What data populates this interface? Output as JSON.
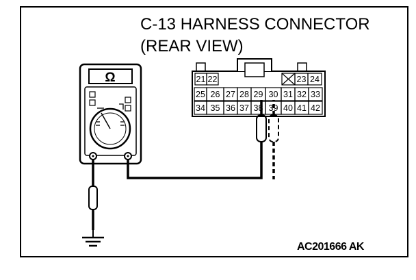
{
  "title": {
    "line1": "C-13 HARNESS CONNECTOR",
    "line2": "(REAR VIEW)"
  },
  "figure_code": "AC201666 AK",
  "meter": {
    "display_symbol": "Ω"
  },
  "connector": {
    "row1_left": [
      "21",
      "22"
    ],
    "row1_right": [
      "23",
      "24"
    ],
    "row2": [
      "25",
      "26",
      "27",
      "28",
      "29",
      "30",
      "31",
      "32",
      "33"
    ],
    "row3": [
      "34",
      "35",
      "36",
      "37",
      "38",
      "39",
      "40",
      "41",
      "42"
    ]
  },
  "colors": {
    "line": "#000000",
    "background": "#ffffff"
  }
}
